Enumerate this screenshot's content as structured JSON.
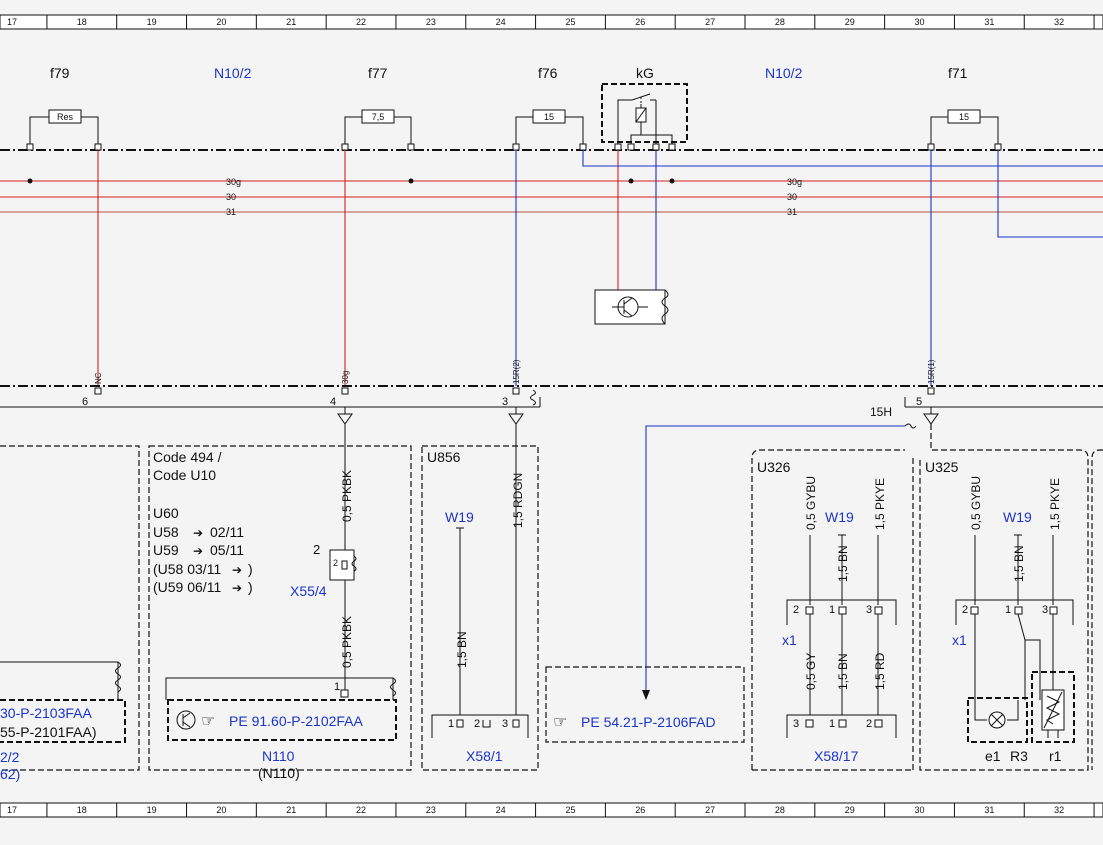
{
  "grid_cols": [
    "17",
    "18",
    "19",
    "20",
    "21",
    "22",
    "23",
    "24",
    "25",
    "26",
    "27",
    "28",
    "29",
    "30",
    "31",
    "32"
  ],
  "bus_labels": {
    "l30g_a": "30g",
    "l30_a": "30",
    "l31_a": "31",
    "l30g_b": "30g",
    "l30_b": "30",
    "l31_b": "31"
  },
  "top": {
    "f79": "f79",
    "n102_a": "N10/2",
    "f77": "f77",
    "f76": "f76",
    "kg": "kG",
    "n102_b": "N10/2",
    "f71": "f71",
    "res": "Res",
    "v75": "7,5",
    "v15a": "15",
    "v15b": "15"
  },
  "pins": {
    "nc": "NC",
    "p30g": "30g",
    "p15r2": "15R(2)",
    "p15r1": "15R(1)"
  },
  "connector_nums": {
    "n6": "6",
    "n4": "4",
    "n3": "3",
    "n5": "5",
    "n15h": "15H"
  },
  "box_code": {
    "line1": "Code 494  /",
    "line2": "Code U10",
    "u60": "U60",
    "u58": "U58",
    "u58d": "02/11",
    "u59": "U59",
    "u59d": "05/11",
    "u58p": "(U58 03/11",
    "u59p": "(U59 06/11",
    "close": ")",
    "x554": "X55/4",
    "pin2": "2",
    "pin1": "1",
    "ref": "PE 91.60-P-2102FAA",
    "n110": "N110",
    "n110p": "(N110)"
  },
  "left_box": {
    "ref1": "30-P-2103FAA",
    "ref2": "55-P-2101FAA)",
    "foot1": "2/2",
    "foot2": "62)"
  },
  "u856": {
    "title": "U856",
    "w19": "W19",
    "wire_top": "1,5 RDGN",
    "wire_bot": "1,5 BN",
    "p1": "1",
    "p2": "2",
    "p3": "3",
    "x581": "X58/1"
  },
  "pe5421": {
    "ref": "PE 54.21-P-2106FAD"
  },
  "wires": {
    "pkbk1": "0,5 PKBK",
    "pkbk2": "0,5 PKBK"
  },
  "u326": {
    "title": "U326",
    "w19": "W19",
    "gybu": "0,5 GYBU",
    "bn": "1,5 BN",
    "pkye": "1,5 PKYE",
    "x1": "x1",
    "p2": "2",
    "p1": "1",
    "p3": "3",
    "gy": "0,5 GY",
    "bn2": "1,5 BN",
    "rd": "1,5 RD",
    "x5817": "X58/17"
  },
  "u325": {
    "title": "U325",
    "w19": "W19",
    "gybu": "0,5 GYBU",
    "bn": "1,5 BN",
    "pkye": "1,5 PKYE",
    "x1": "x1",
    "p2": "2",
    "p1": "1",
    "p3": "3",
    "e1": "e1",
    "r3": "R3",
    "r1": "r1"
  },
  "colors": {
    "red": "#d62020",
    "blue": "#1a35c8",
    "black": "#111111"
  }
}
